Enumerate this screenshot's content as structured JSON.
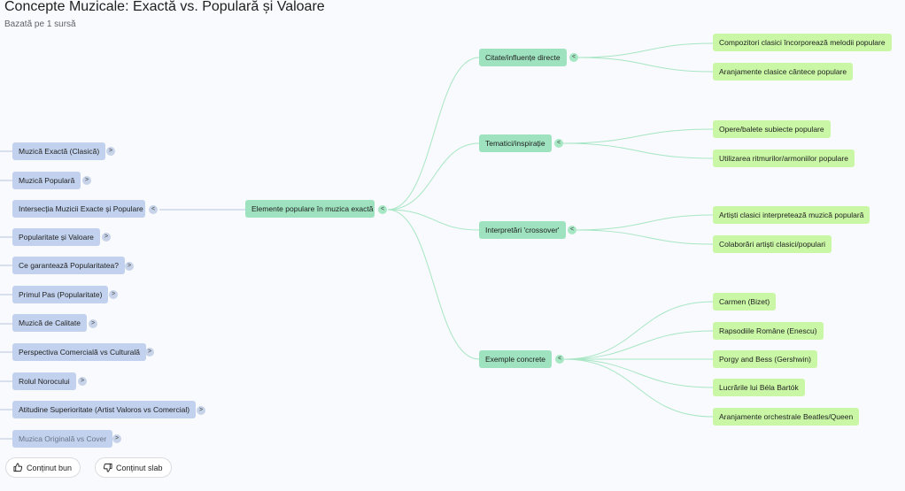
{
  "header": {
    "title": "Concepte Muzicale: Exactă vs. Populară și Valoare",
    "subtitle": "Bazată pe 1 sursă"
  },
  "mindmap": {
    "root": {
      "label": "Elemente populare în muzica exactă",
      "toggle": "<"
    },
    "left_nodes": [
      {
        "label": "Muzică Exactă (Clasică)",
        "toggle": ">"
      },
      {
        "label": "Muzică Populară",
        "toggle": ">"
      },
      {
        "label": "Intersecția Muzicii Exacte și Populare",
        "toggle": "<"
      },
      {
        "label": "Popularitate și Valoare",
        "toggle": ">"
      },
      {
        "label": "Ce garantează Popularitatea?",
        "toggle": ">"
      },
      {
        "label": "Primul Pas (Popularitate)",
        "toggle": ">"
      },
      {
        "label": "Muzică de Calitate",
        "toggle": ">"
      },
      {
        "label": "Perspectiva Comercială vs Culturală",
        "toggle": ">"
      },
      {
        "label": "Rolul Norocului",
        "toggle": ">"
      },
      {
        "label": "Atitudine Superioritate (Artist Valoros vs Comercial)",
        "toggle": ">"
      },
      {
        "label": "Muzica Originală vs Cover",
        "toggle": ">"
      }
    ],
    "branches": [
      {
        "label": "Citate/influențe directe",
        "toggle": "<",
        "children": [
          "Compozitori clasici încorporează melodii populare",
          "Aranjamente clasice cântece populare"
        ]
      },
      {
        "label": "Tematici/inspirație",
        "toggle": "<",
        "children": [
          "Opere/balete subiecte populare",
          "Utilizarea ritmurilor/armoniilor populare"
        ]
      },
      {
        "label": "Interpretări 'crossover'",
        "toggle": "<",
        "children": [
          "Artiști clasici interpretează muzică populară",
          "Colaborări artiști clasici/populari"
        ]
      },
      {
        "label": "Exemple concrete",
        "toggle": "<",
        "children": [
          "Carmen (Bizet)",
          "Rapsodiile Române (Enescu)",
          "Porgy and Bess (Gershwin)",
          "Lucrările lui Béla Bartók",
          "Aranjamente orchestrale Beatles/Queen"
        ]
      }
    ]
  },
  "feedback": {
    "good_label": "Conținut bun",
    "bad_label": "Conținut slab",
    "good_icon": "thumbs-up-icon",
    "bad_icon": "thumbs-down-icon"
  },
  "colors": {
    "left_node": "#c2d2ee",
    "root_node": "#9ee2bf",
    "branch_node": "#9ee2bf",
    "leaf_node": "#c9f7a6",
    "link_left": "#b9c6e0",
    "link_right": "#a8e6c4"
  }
}
